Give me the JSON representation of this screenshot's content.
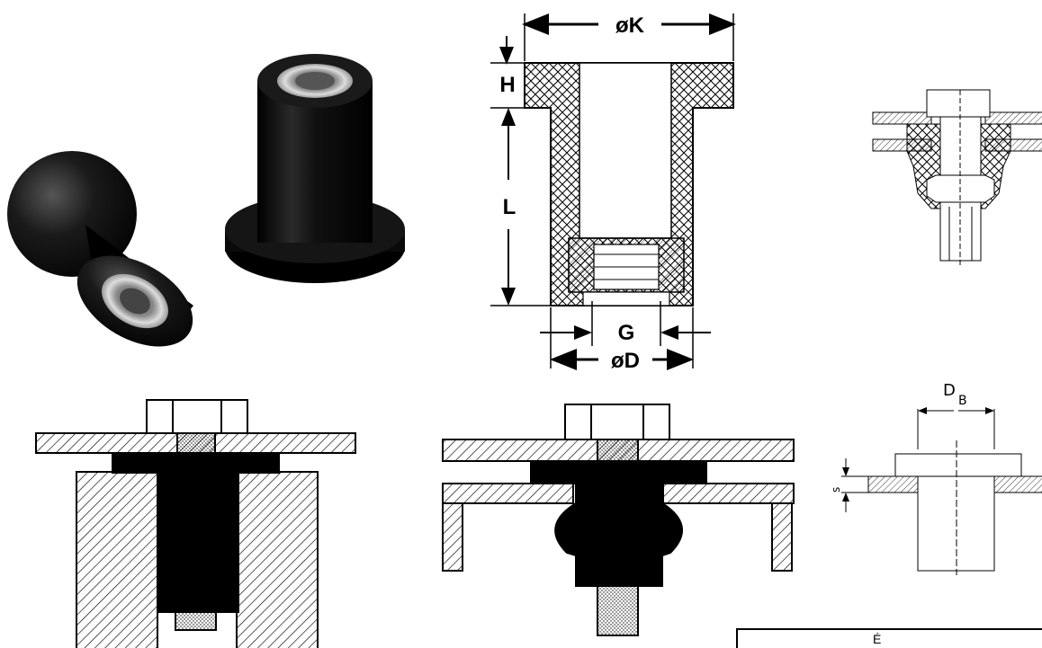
{
  "dimension_labels": {
    "outer_diameter": "øK",
    "head_height": "H",
    "body_length": "L",
    "thread": "G",
    "body_diameter": "øD",
    "hole_diameter_main": "D",
    "hole_diameter_sub": "B",
    "sheet_thickness": "s"
  },
  "caption": {
    "text": "É"
  },
  "colors": {
    "rubber": "#000000",
    "metal": "#ffffff",
    "line": "#000000"
  }
}
